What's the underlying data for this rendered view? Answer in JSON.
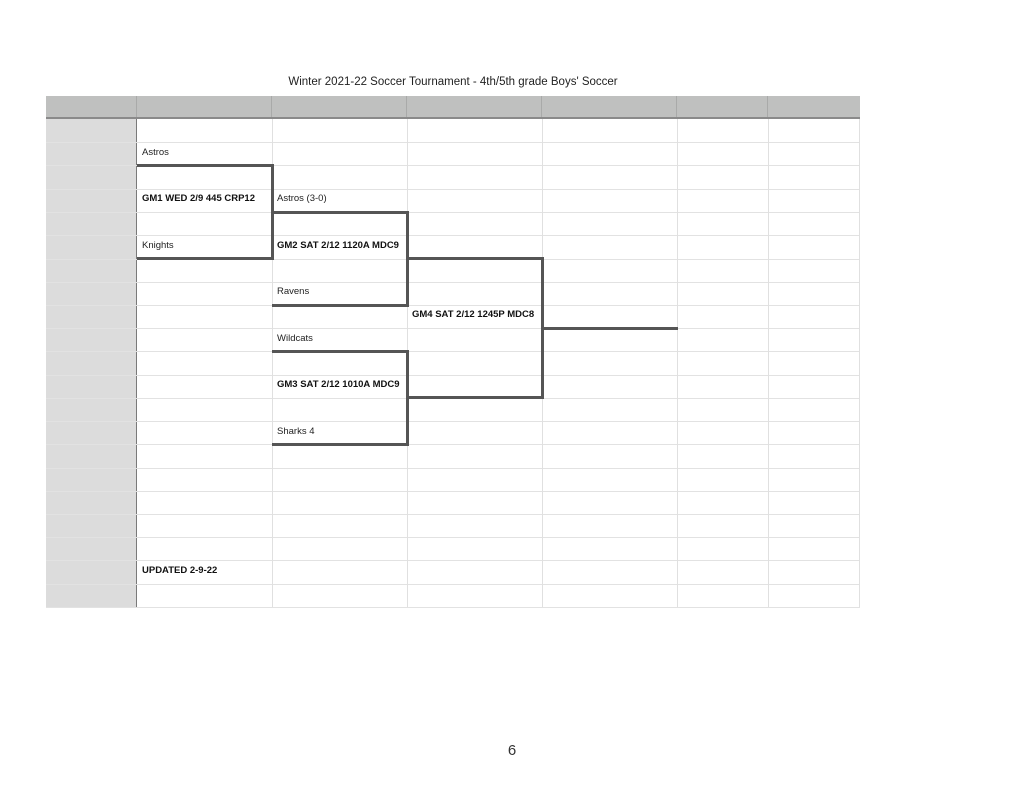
{
  "title": "Winter 2021-22 Soccer Tournament - 4th/5th grade Boys' Soccer",
  "bracket": {
    "round1": {
      "team_top": "Astros",
      "game": "GM1 WED 2/9 445 CRP12",
      "team_bottom": "Knights"
    },
    "round2_top": {
      "team_top": "Astros (3-0)",
      "game": "GM2 SAT 2/12 1120A MDC9",
      "team_bottom": "Ravens"
    },
    "round2_bottom": {
      "team_top": "Wildcats",
      "game": "GM3 SAT 2/12 1010A MDC9",
      "team_bottom": "Sharks 4"
    },
    "final": {
      "game": "GM4 SAT 2/12 1245P MDC8"
    }
  },
  "footer_note": "UPDATED 2-9-22",
  "page_number": "6",
  "colors": {
    "header_bg": "#bfc0bf",
    "row_header_bg": "#dcdcdc",
    "bracket_line": "#555555",
    "grid_line": "#e2e2e2"
  }
}
